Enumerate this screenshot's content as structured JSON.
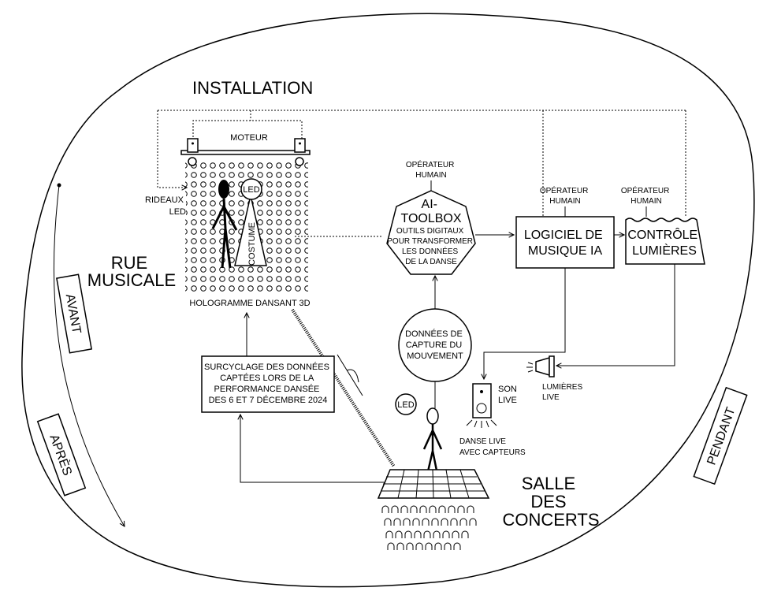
{
  "phases": {
    "avant": "AVANT",
    "apres": "APRÈS",
    "pendant": "PENDANT"
  },
  "installation": {
    "title": "INSTALLATION"
  },
  "rue_musicale": {
    "line1": "RUE",
    "line2": "MUSICALE"
  },
  "salle_concerts": {
    "line1": "SALLE",
    "line2": "DES",
    "line3": "CONCERTS"
  },
  "hologram": {
    "moteur": "MOTEUR",
    "rideaux_line1": "RIDEAUX",
    "rideaux_line2": "LED",
    "led": "LED",
    "costume": "COSTUME",
    "caption": "HOLOGRAMME DANSANT 3D"
  },
  "ai_toolbox": {
    "operator_line1": "OPÉRATEUR",
    "operator_line2": "HUMAIN",
    "title_line1": "AI-",
    "title_line2": "TOOLBOX",
    "desc_line1": "OUTILS DIGITAUX",
    "desc_line2": "POUR TRANSFORMER",
    "desc_line3": "LES DONNÉES",
    "desc_line4": "DE LA DANSE"
  },
  "music_software": {
    "operator_line1": "OPÉRATEUR",
    "operator_line2": "HUMAIN",
    "line1": "LOGICIEL DE",
    "line2": "MUSIQUE IA"
  },
  "light_control": {
    "operator_line1": "OPÉRATEUR",
    "operator_line2": "HUMAIN",
    "line1": "CONTRÔLE",
    "line2": "LUMIÈRES"
  },
  "motion_capture": {
    "line1": "DONNÉES DE",
    "line2": "CAPTURE DU",
    "line3": "MOUVEMENT"
  },
  "upcycling": {
    "line1": "SURCYCLAGE DES DONNÉES",
    "line2": "CAPTÉES LORS DE LA",
    "line3": "PERFORMANCE DANSÉE",
    "line4": "DES 6 ET 7 DÉCEMBRE 2024"
  },
  "live_sound": {
    "line1": "SON",
    "line2": "LIVE"
  },
  "live_lights": {
    "line1": "LUMIÈRES",
    "line2": "LIVE"
  },
  "live_dance": {
    "led": "LED",
    "line1": "DANSE LIVE",
    "line2": "AVEC CAPTEURS"
  }
}
